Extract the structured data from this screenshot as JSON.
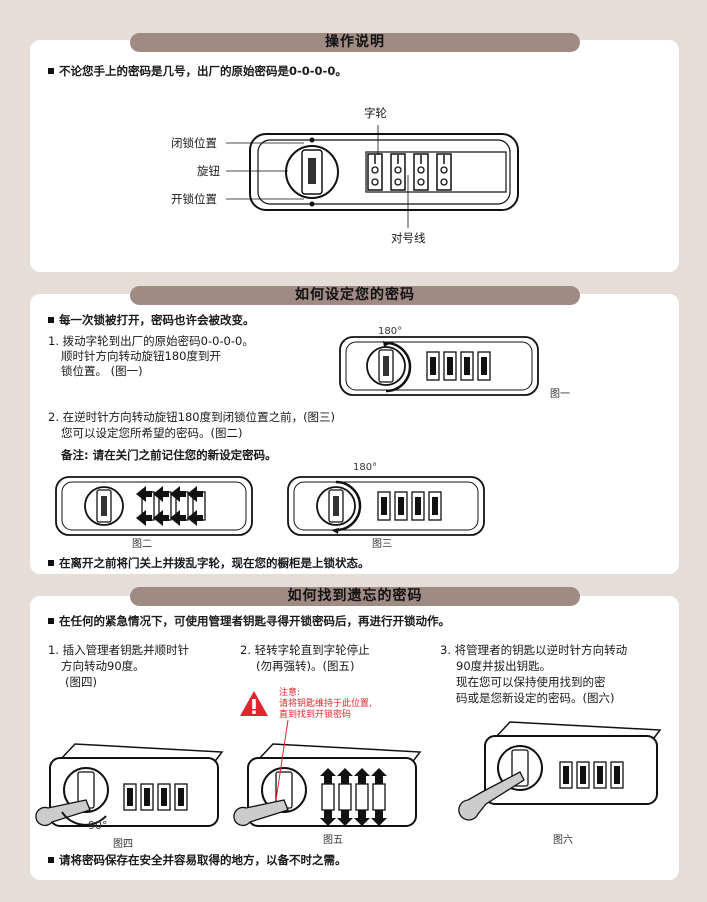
{
  "section1": {
    "title": "操作说明",
    "bullet": "不论您手上的密码是几号，出厂的原始密码是0-0-0-0。",
    "labels": {
      "dials": "字轮",
      "locked": "闭锁位置",
      "knob": "旋钮",
      "unlocked": "开锁位置",
      "line": "对号线"
    }
  },
  "section2": {
    "title": "如何设定您的密码",
    "bullet": "每一次锁被打开，密码也许会被改变。",
    "step1": [
      "1. 拨动字轮到出厂的原始密码0-0-0-0。",
      "顺时针方向转动旋钮180度到开",
      "锁位置。 (图一)"
    ],
    "step2": [
      "2. 在逆时针方向转动旋钮180度到闭锁位置之前，(图三)",
      "您可以设定您所希望的密码。(图二)"
    ],
    "note": "备注: 请在关门之前记住您的新设定密码。",
    "angle": "180°",
    "fig1": "图一",
    "fig2": "图二",
    "fig3": "图三",
    "closing": "在离开之前将门关上并拨乱字轮，现在您的橱柜是上锁状态。"
  },
  "section3": {
    "title": "如何找到遗忘的密码",
    "bullet": "在任何的紧急情况下，可使用管理者钥匙寻得开锁密码后，再进行开锁动作。",
    "step1": [
      "1. 插入管理者钥匙并顺时针",
      "方向转动90度。",
      "(图四)"
    ],
    "step2": [
      "2. 轻转字轮直到字轮停止",
      "(勿再强转)。(图五)"
    ],
    "step3": [
      "3. 将管理者的钥匙以逆时针方向转动",
      "90度并拔出钥匙。",
      "现在您可以保持使用找到的密",
      "码或是您新设定的密码。(图六)"
    ],
    "warn": [
      "注意:",
      "请将钥匙维持于此位置,",
      "直到找到开锁密码"
    ],
    "angle": "90°",
    "fig4": "图四",
    "fig5": "图五",
    "fig6": "图六",
    "closing": "请将密码保存在安全并容易取得的地方，以备不时之需。"
  },
  "colors": {
    "header": "#a08a84",
    "background": "#e5ddd8",
    "warning": "#e0252e"
  }
}
